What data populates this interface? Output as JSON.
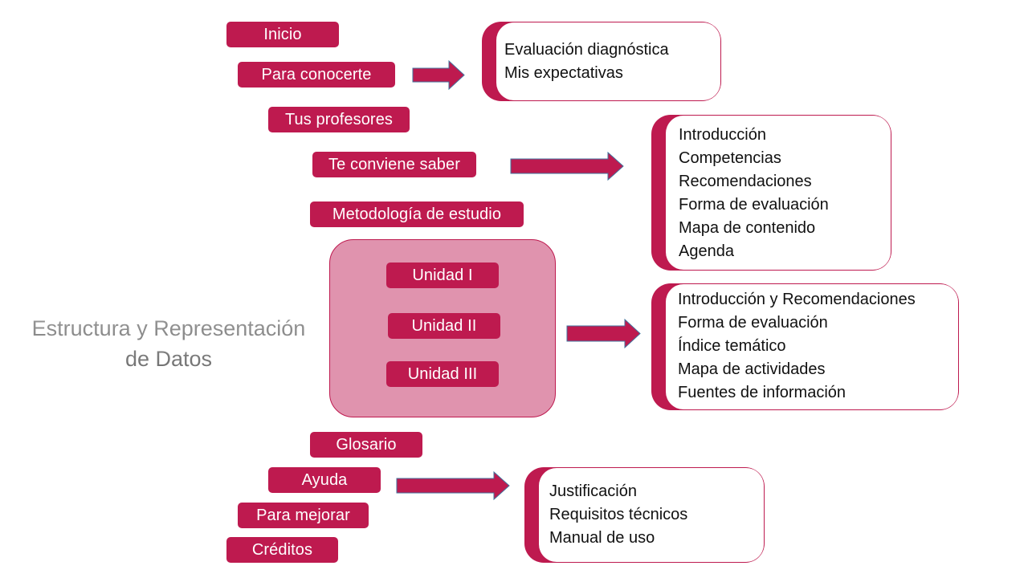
{
  "title": {
    "line1": "Estructura y Representación",
    "line2": "de Datos"
  },
  "colors": {
    "accent": "#BE1A4F",
    "units_group_fill": "#E093AE",
    "arrow_outline": "#41719C",
    "title_gray": "#7F7F7F"
  },
  "nav": {
    "inicio": "Inicio",
    "para_conocerte": "Para conocerte",
    "tus_profesores": "Tus profesores",
    "te_conviene_saber": "Te conviene saber",
    "metodologia": "Metodología de estudio",
    "units": [
      "Unidad I",
      "Unidad II",
      "Unidad III"
    ],
    "glosario": "Glosario",
    "ayuda": "Ayuda",
    "para_mejorar": "Para mejorar",
    "creditos": "Créditos"
  },
  "boxes": {
    "para_conocerte": [
      "Evaluación diagnóstica",
      "Mis expectativas"
    ],
    "te_conviene_saber": [
      "Introducción",
      "Competencias",
      "Recomendaciones",
      "Forma de evaluación",
      "Mapa de contenido",
      "Agenda"
    ],
    "unidades": [
      "Introducción y Recomendaciones",
      "Forma de evaluación",
      "Índice temático",
      "Mapa de actividades",
      "Fuentes de información"
    ],
    "ayuda": [
      "Justificación",
      "Requisitos técnicos",
      "Manual de uso"
    ]
  }
}
